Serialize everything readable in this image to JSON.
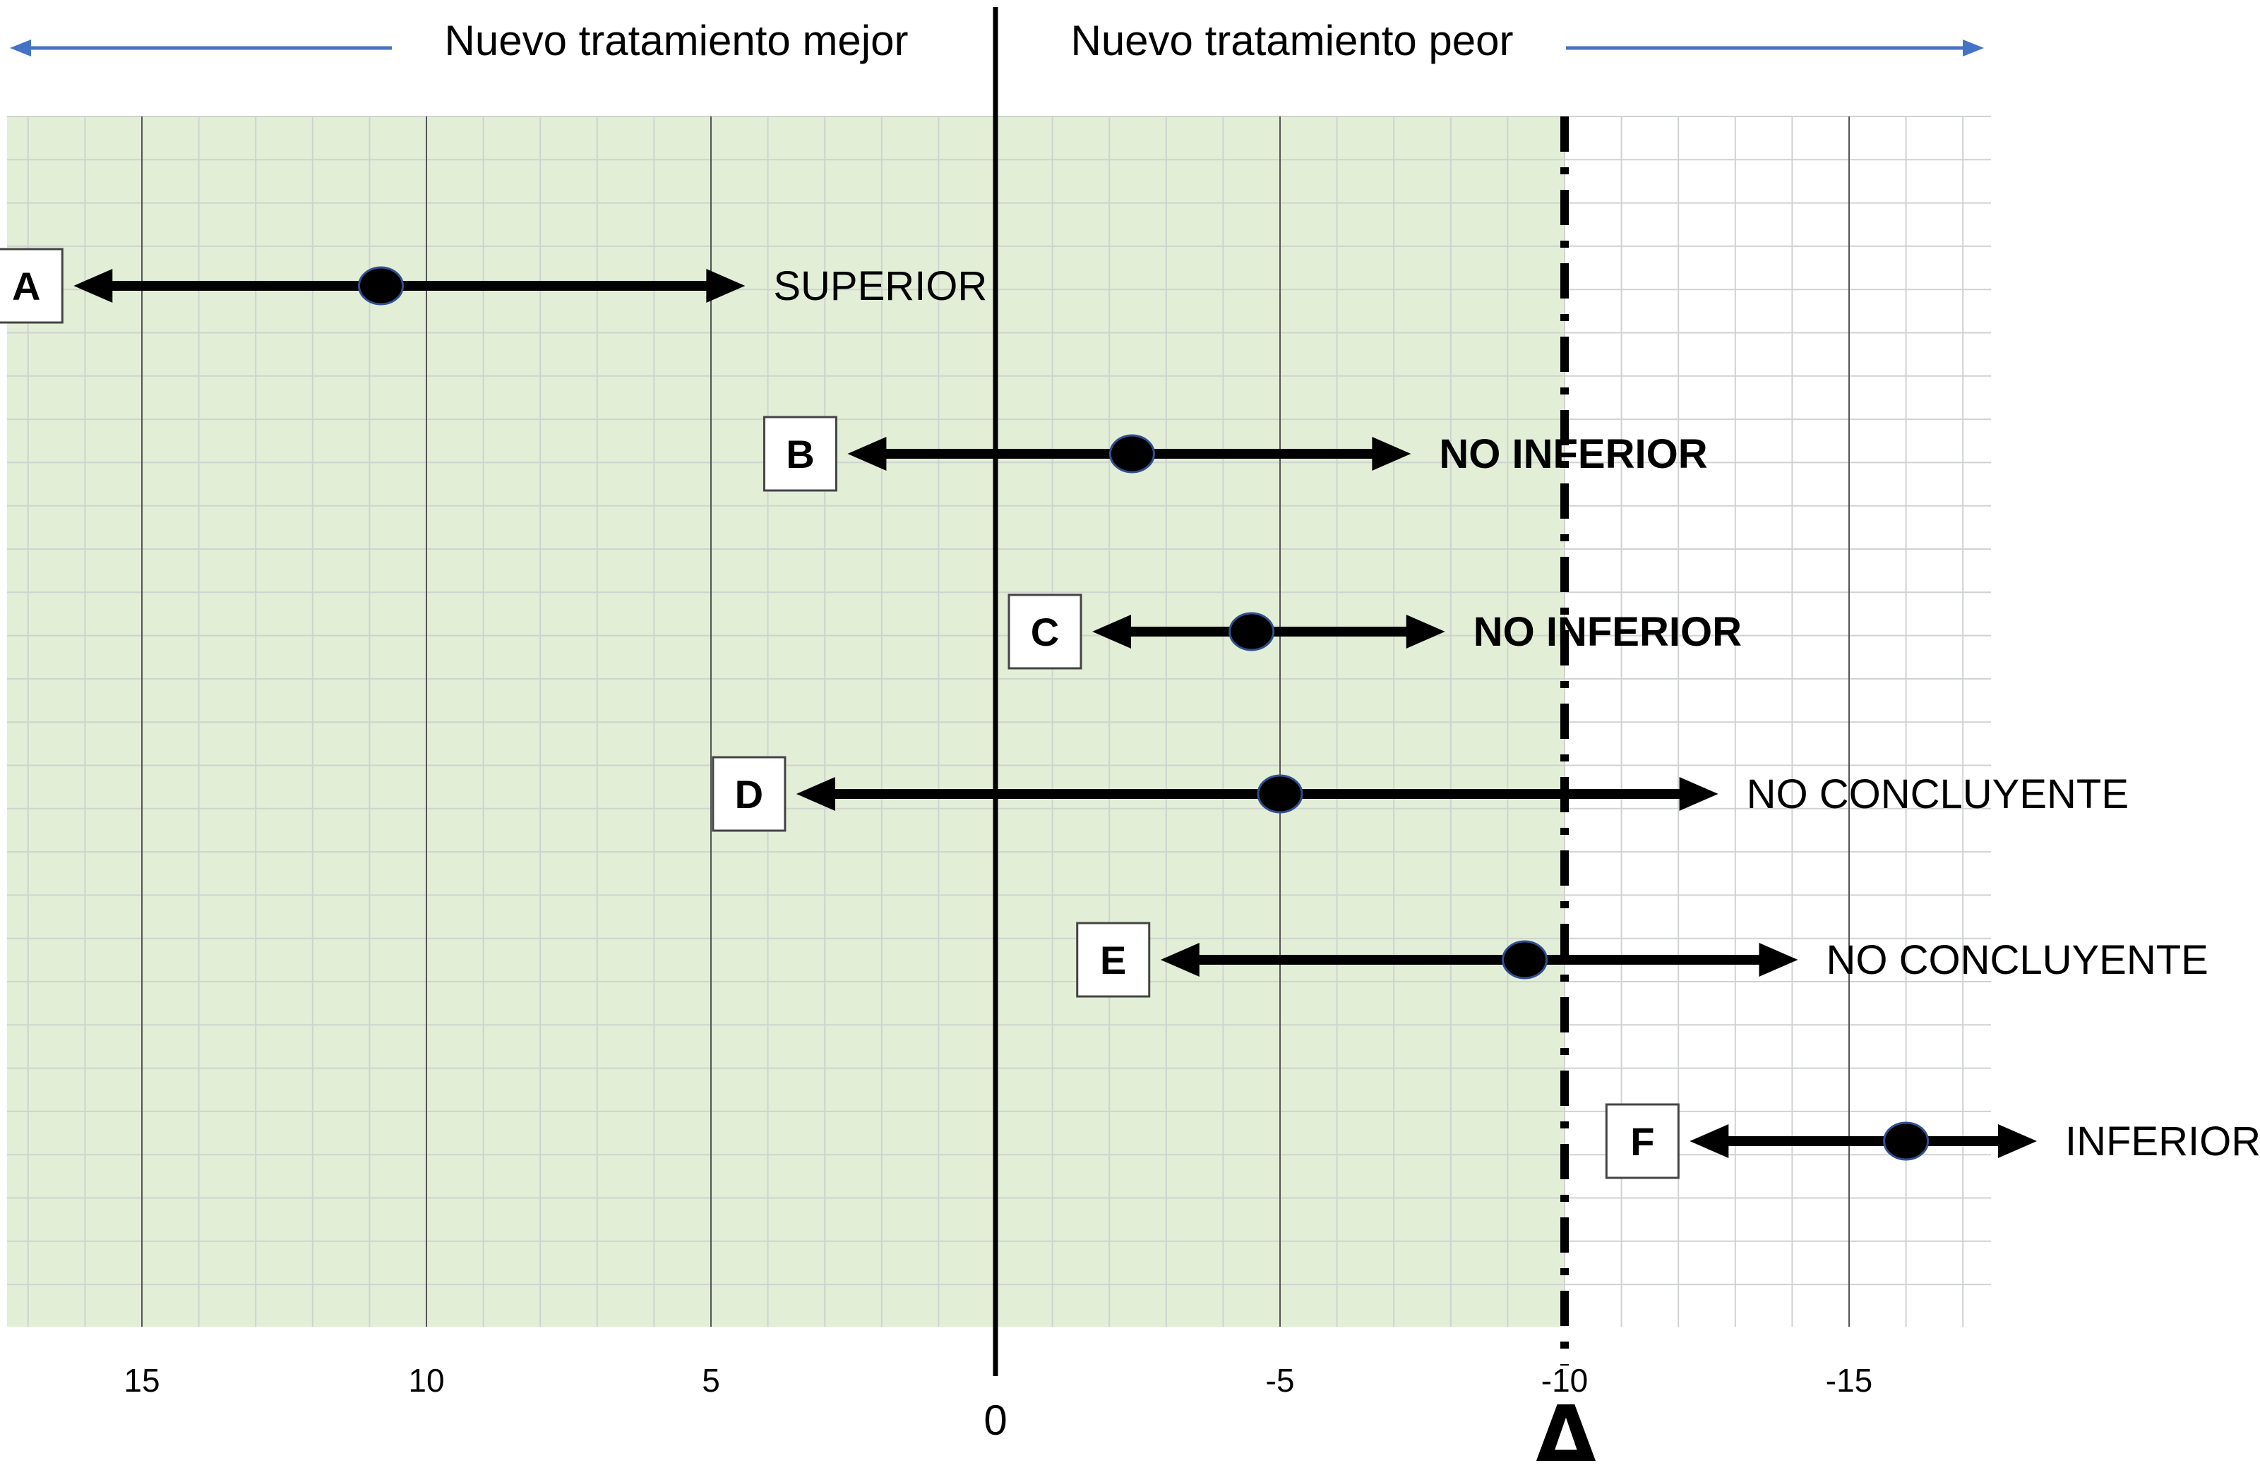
{
  "chart_data": {
    "type": "forest",
    "header_left": "Nuevo tratamiento mejor",
    "header_right": "Nuevo tratamiento peor",
    "x_ticks": [
      {
        "value": 15,
        "label": "15"
      },
      {
        "value": 10,
        "label": "10"
      },
      {
        "value": 5,
        "label": "5"
      },
      {
        "value": 0,
        "label": "0"
      },
      {
        "value": -5,
        "label": "-5"
      },
      {
        "value": -10,
        "label": "-10"
      },
      {
        "value": -15,
        "label": "-15"
      }
    ],
    "xlim": [
      17.5,
      -17.5
    ],
    "margin_value": -10,
    "margin_symbol": "Δ",
    "grid": true,
    "shading": {
      "from": 17.5,
      "to": -10,
      "color": "#e3eed7"
    },
    "colors": {
      "header_arrow": "#4472c4",
      "marks": "#000000",
      "grid_minor": "#cfd3cf",
      "grid_major": "#555555"
    },
    "rows": [
      {
        "label": "A",
        "lower": 16.2,
        "point": 10.8,
        "upper": 4.4,
        "conclusion": "SUPERIOR",
        "bold": false
      },
      {
        "label": "B",
        "lower": 2.6,
        "point": -2.4,
        "upper": -7.3,
        "conclusion": "NO INFERIOR",
        "bold": true
      },
      {
        "label": "C",
        "lower": -1.7,
        "point": -4.5,
        "upper": -7.9,
        "conclusion": "NO INFERIOR",
        "bold": true
      },
      {
        "label": "D",
        "lower": 3.5,
        "point": -5.0,
        "upper": -12.7,
        "conclusion": "NO CONCLUYENTE",
        "bold": false
      },
      {
        "label": "E",
        "lower": -2.9,
        "point": -9.3,
        "upper": -14.1,
        "conclusion": "NO CONCLUYENTE",
        "bold": false
      },
      {
        "label": "F",
        "lower": -12.2,
        "point": -16.0,
        "upper": -18.3,
        "conclusion": "INFERIOR",
        "bold": false
      }
    ]
  }
}
